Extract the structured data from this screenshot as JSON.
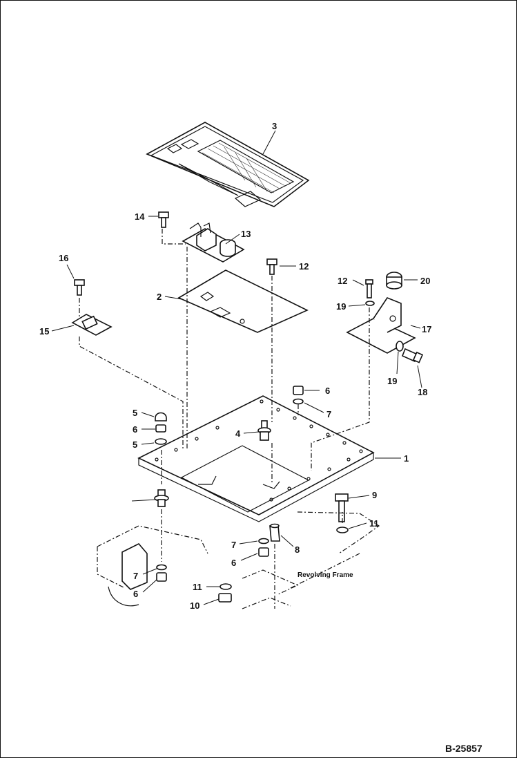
{
  "callouts": {
    "c1": "1",
    "c2": "2",
    "c3": "3",
    "c4": "4",
    "c5a": "5",
    "c5b": "5",
    "c6a": "6",
    "c6b": "6",
    "c6c": "6",
    "c6d": "6",
    "c7a": "7",
    "c7b": "7",
    "c7c": "7",
    "c8": "8",
    "c9": "9",
    "c10": "10",
    "c11a": "11",
    "c11b": "11",
    "c12a": "12",
    "c12b": "12",
    "c13": "13",
    "c14": "14",
    "c15": "15",
    "c16": "16",
    "c17": "17",
    "c18": "18",
    "c19a": "19",
    "c19b": "19",
    "c20": "20"
  },
  "revolving_frame_label": "Revolving Frame",
  "figure_ref": "B-25857"
}
